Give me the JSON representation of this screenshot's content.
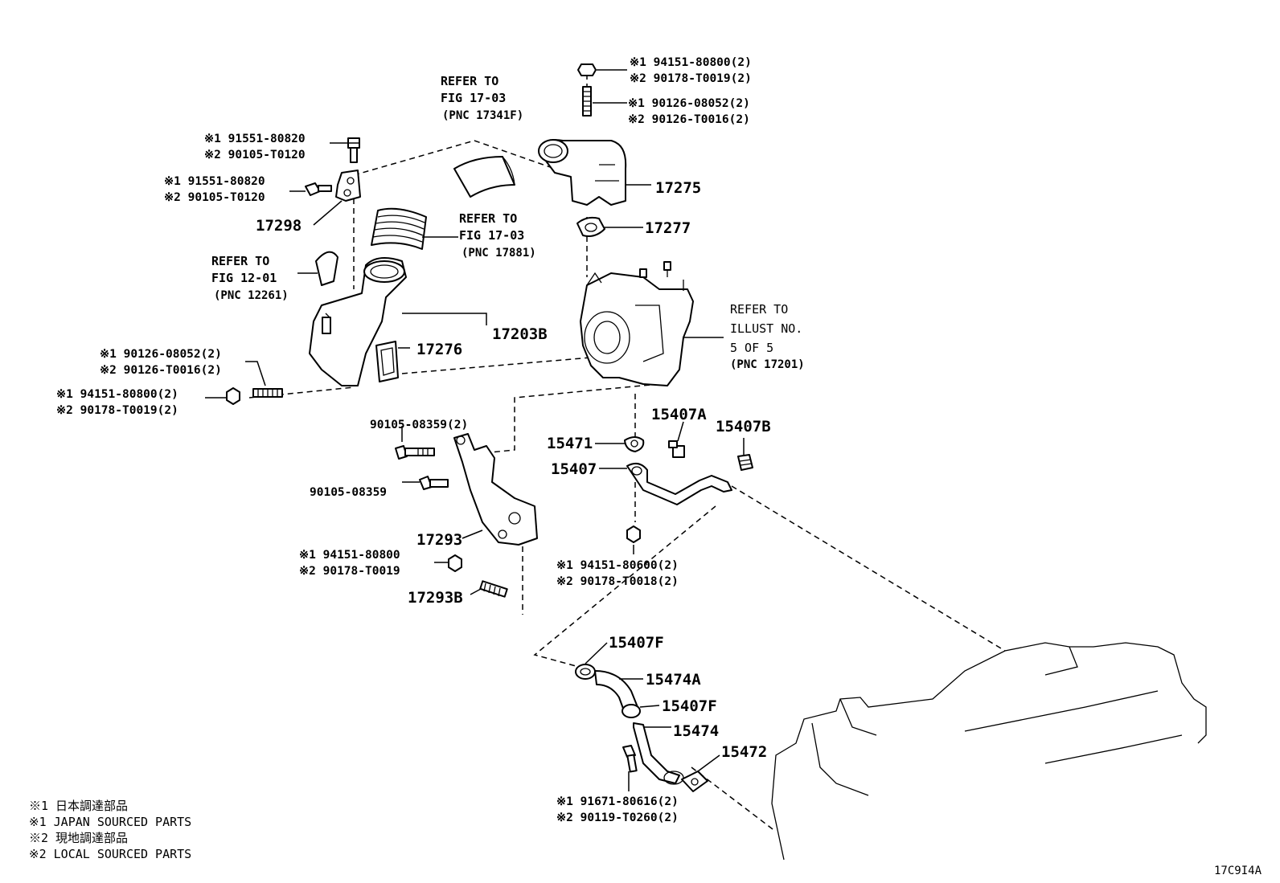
{
  "callouts": {
    "top_nut": {
      "l1": "※1 94151-80800(2)",
      "l2": "※2 90178-T0019(2)"
    },
    "top_stud": {
      "l1": "※1 90126-08052(2)",
      "l2": "※2 90126-T0016(2)"
    },
    "bolt_a": {
      "l1": "※1 91551-80820",
      "l2": "※2 90105-T0120"
    },
    "bolt_b": {
      "l1": "※1 91551-80820",
      "l2": "※2 90105-T0120"
    },
    "left_stud": {
      "l1": "※1 90126-08052(2)",
      "l2": "※2 90126-T0016(2)"
    },
    "left_nut": {
      "l1": "※1 94151-80800(2)",
      "l2": "※2 90178-T0019(2)"
    },
    "bracket_nut": {
      "l1": "※1 94151-80800",
      "l2": "※2 90178-T0019"
    },
    "oil_nut": {
      "l1": "※1 94151-80600(2)",
      "l2": "※2 90178-T0018(2)"
    },
    "drain_bolt": {
      "l1": "※1 91671-80616(2)",
      "l2": "※2 90119-T0260(2)"
    }
  },
  "refs": {
    "r1": {
      "l1": "REFER TO",
      "l2": "FIG 17-03",
      "l3": "(PNC 17341F)"
    },
    "r2": {
      "l1": "REFER TO",
      "l2": "FIG 17-03",
      "l3": "(PNC 17881)"
    },
    "r3": {
      "l1": "REFER TO",
      "l2": "FIG 12-01",
      "l3": "(PNC 12261)"
    },
    "r4": {
      "l1": "REFER TO",
      "l2": "ILLUST NO.",
      "l3": "5 OF 5",
      "l4": "(PNC 17201)"
    }
  },
  "parts": {
    "p17275": "17275",
    "p17277": "17277",
    "p17298": "17298",
    "p17203B": "17203B",
    "p17276": "17276",
    "p15471": "15471",
    "p15407A": "15407A",
    "p15407B": "15407B",
    "p15407": "15407",
    "p17293": "17293",
    "p17293B": "17293B",
    "p15407F_1": "15407F",
    "p15474A": "15474A",
    "p15407F_2": "15407F",
    "p15474": "15474",
    "p15472": "15472",
    "bolt_90105_2": "90105-08359(2)",
    "bolt_90105": "90105-08359"
  },
  "legend": {
    "l1": "※1  日本調達部品",
    "l2": "※1  JAPAN SOURCED PARTS",
    "l3": "※2  現地調達部品",
    "l4": "※2  LOCAL SOURCED PARTS"
  },
  "figure_code": "17C9I4A"
}
